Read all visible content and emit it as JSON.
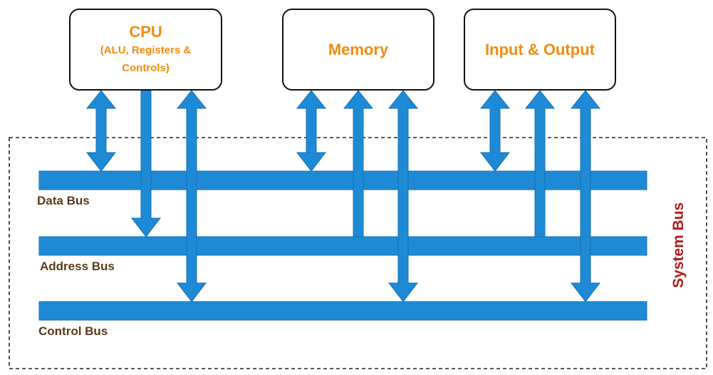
{
  "components": {
    "cpu": {
      "title": "CPU",
      "subtitle_line1": "(ALU, Registers &",
      "subtitle_line2": "Controls)"
    },
    "memory": {
      "title": "Memory"
    },
    "io": {
      "title": "Input & Output"
    }
  },
  "buses": {
    "data": "Data Bus",
    "address": "Address Bus",
    "control": "Control Bus"
  },
  "system_bus": "System Bus",
  "colors": {
    "bus": "#1e8ad6",
    "bus_outline": "#1570b5",
    "component_text": "#f28c0f",
    "bus_label": "#5a3a1a",
    "system_bus_label": "#b51b1b"
  }
}
